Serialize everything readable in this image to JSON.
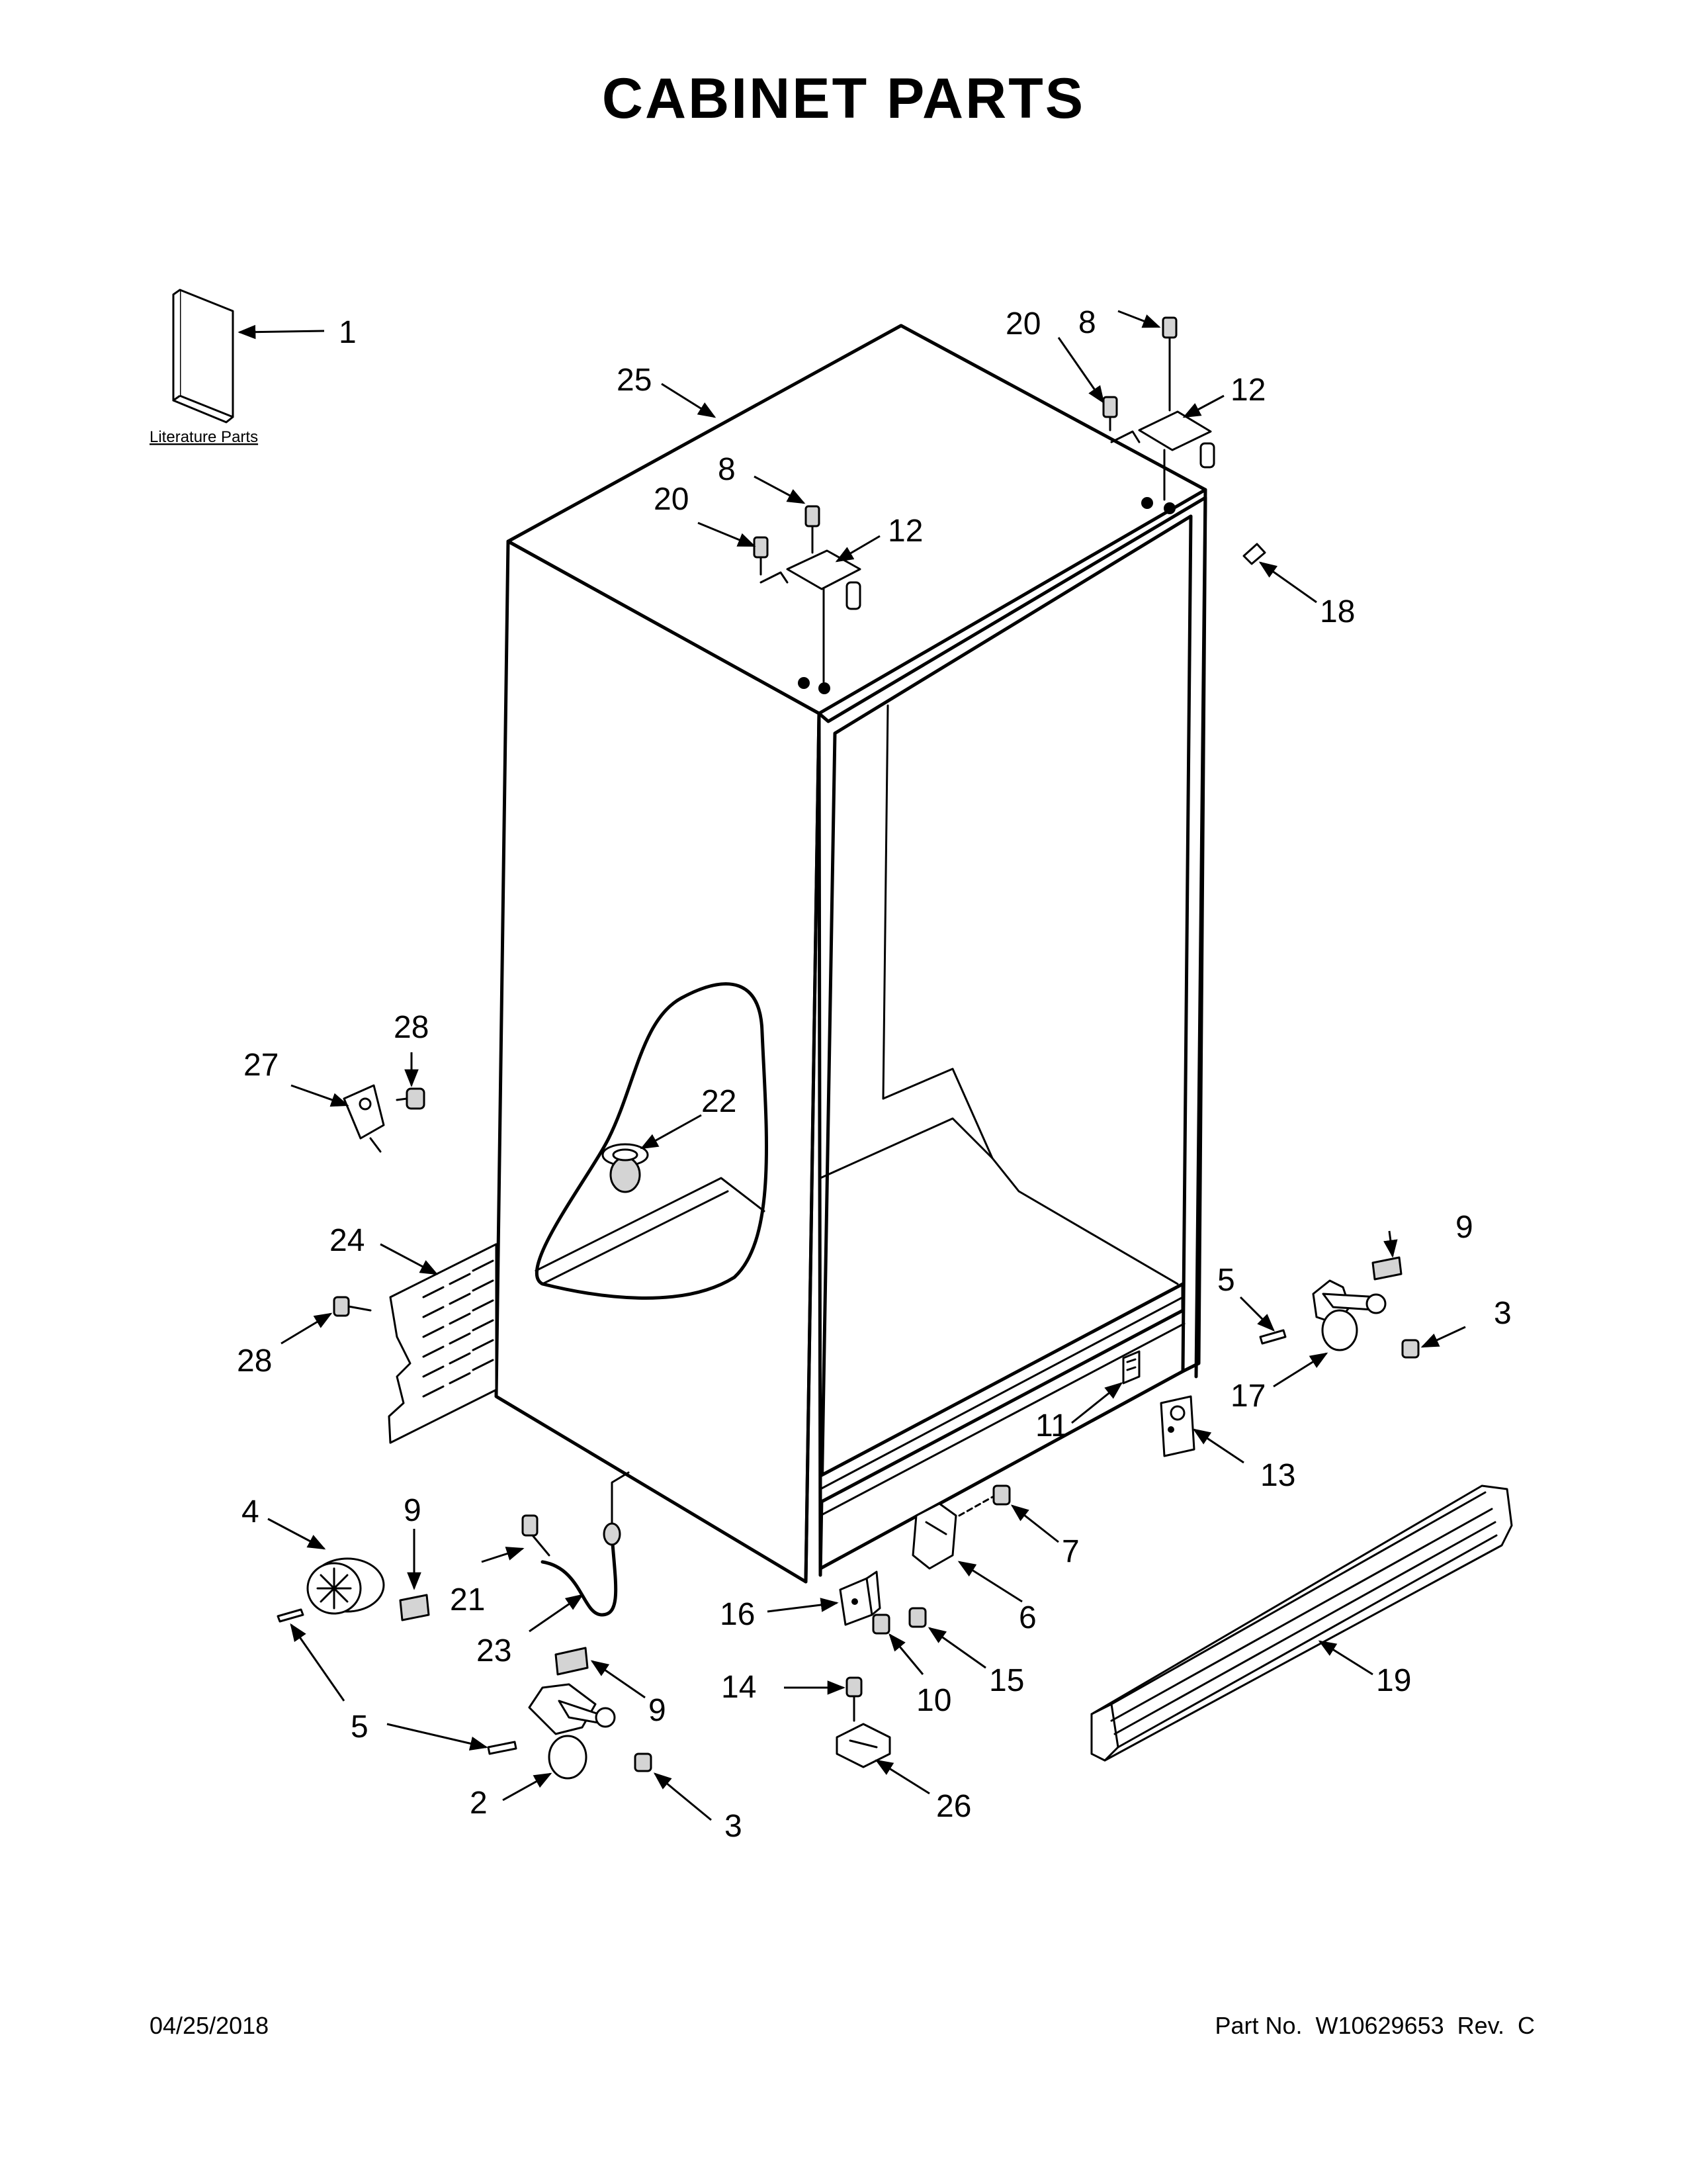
{
  "title": "CABINET PARTS",
  "literature_label": "Literature Parts",
  "footer": {
    "date": "04/25/2018",
    "part_no": "Part No.  W10629653  Rev.  C"
  },
  "callouts": [
    "1",
    "25",
    "20",
    "8",
    "12",
    "8",
    "20",
    "12",
    "18",
    "28",
    "27",
    "22",
    "24",
    "28",
    "9",
    "5",
    "3",
    "17",
    "11",
    "13",
    "4",
    "9",
    "21",
    "23",
    "7",
    "6",
    "16",
    "15",
    "10",
    "14",
    "5",
    "9",
    "2",
    "3",
    "26",
    "19"
  ]
}
